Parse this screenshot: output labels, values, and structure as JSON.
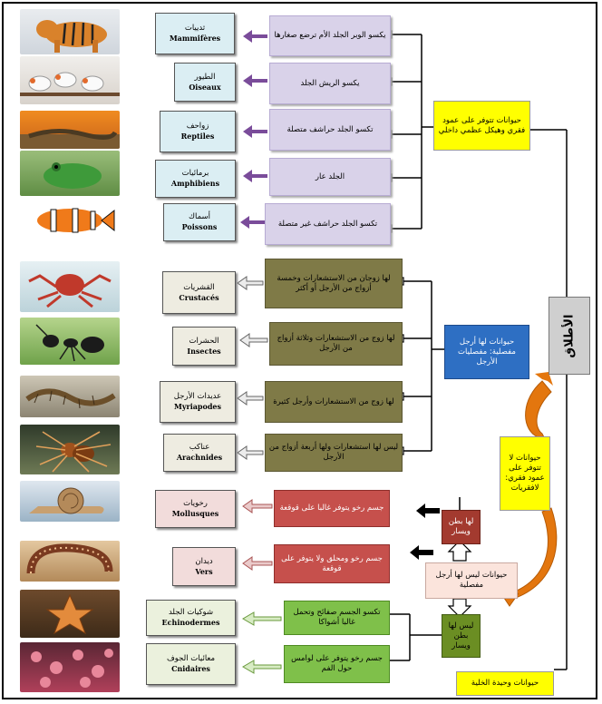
{
  "root": {
    "label": "الأطلاق"
  },
  "branches": {
    "vertebrates": "حيوانات تتوفر على عمود فقري وهيكل عظمي داخلي",
    "invertebrates": "حيوانات لا تتوفر على عمود فقري: لافقريات",
    "legged": "حيوانات لها أرجل مفصلية: مفصليات الأرجل",
    "legless": "حيوانات ليس لها أرجل مفصلية",
    "unicellular": "حيوانات وحيدة الخلية",
    "has_shell": "لها بطن ويسار",
    "no_shell": "ليس لها بطن ويسار"
  },
  "classes": [
    {
      "ar": "ثدييات",
      "fr": "Mammifères",
      "desc": "يكسو الوبر الجلد الأم ترضع صغارها",
      "image": "tiger"
    },
    {
      "ar": "الطيور",
      "fr": "Oiseaux",
      "desc": "يكسو الريش الجلد",
      "image": "birds"
    },
    {
      "ar": "زواحف",
      "fr": "Reptiles",
      "desc": "تكسو الجلد حراشف متصلة",
      "image": "lizard"
    },
    {
      "ar": "برمائيات",
      "fr": "Amphibiens",
      "desc": "الجلد عار",
      "image": "frog"
    },
    {
      "ar": "أسماك",
      "fr": "Poissons",
      "desc": "تكسو الجلد حراشف غير متصلة",
      "image": "clownfish"
    },
    {
      "ar": "القشريات",
      "fr": "Crustacés",
      "desc": "لها زوجان من الاستشعارات وخمسة أزواج من الأرجل أو أكثر",
      "image": "crab"
    },
    {
      "ar": "الحشرات",
      "fr": "Insectes",
      "desc": "لها زوج من الاستشعارات وثلاثة أزواج من الأرجل",
      "image": "ant"
    },
    {
      "ar": "عديدات الأرجل",
      "fr": "Myriapodes",
      "desc": "لها زوج من الاستشعارات وأرجل كثيرة",
      "image": "centipede"
    },
    {
      "ar": "عناكب",
      "fr": "Arachnides",
      "desc": "ليس لها استشعارات ولها أربعة أزواج من الأرجل",
      "image": "spider"
    },
    {
      "ar": "رخويات",
      "fr": "Mollusques",
      "desc": "جسم رخو يتوفر غالبا على قوقعة",
      "image": "snail"
    },
    {
      "ar": "ديدان",
      "fr": "Vers",
      "desc": "جسم رخو ومحلق ولا يتوفر على قوقعة",
      "image": "worm"
    },
    {
      "ar": "شوكيات الجلد",
      "fr": "Echinodermes",
      "desc": "تكسو الجسم صفائح وتحمل غالبا أشواكا",
      "image": "starfish"
    },
    {
      "ar": "معائيات الجوف",
      "fr": "Cnidaires",
      "desc": "جسم رخو يتوفر على لوامس حول الفم",
      "image": "coral"
    }
  ],
  "colors": {
    "lavender": "#d9d2e9",
    "olive": "#7f7a47",
    "red": "#c6504c",
    "green": "#7fc04a",
    "yellow": "#ffff00",
    "blue": "#2e6fc3",
    "orange": "#e3760e",
    "purple_arrow": "#7a4c9a",
    "grey_arrow": "#e6e6e6"
  }
}
